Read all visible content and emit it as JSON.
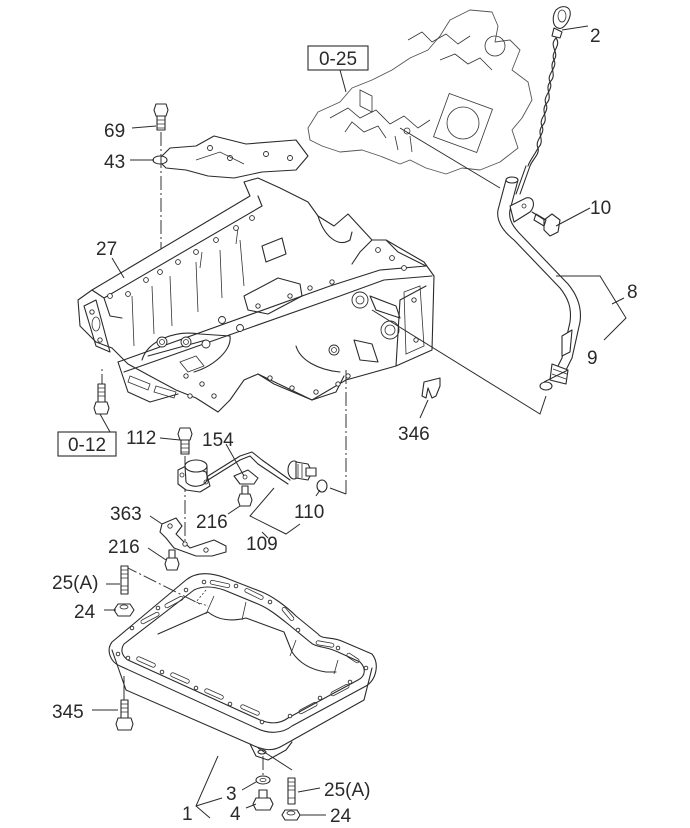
{
  "diagram": {
    "title": "Oil pan and oil level gauge assembly",
    "reference_boxes": [
      {
        "id": "ref-0-25",
        "text": "0-25"
      },
      {
        "id": "ref-0-12",
        "text": "0-12"
      }
    ],
    "callouts": [
      {
        "id": "2",
        "text": "2",
        "part": "oil level gauge (dipstick)"
      },
      {
        "id": "10",
        "text": "10",
        "part": "bolt"
      },
      {
        "id": "8",
        "text": "8",
        "part": "oil level gauge guide tube assembly"
      },
      {
        "id": "9",
        "text": "9",
        "part": "O-ring"
      },
      {
        "id": "69",
        "text": "69",
        "part": "bolt"
      },
      {
        "id": "43",
        "text": "43",
        "part": "bracket"
      },
      {
        "id": "27",
        "text": "27",
        "part": "crankcase / upper oil pan"
      },
      {
        "id": "346",
        "text": "346",
        "part": "clip"
      },
      {
        "id": "112",
        "text": "112",
        "part": "bolt"
      },
      {
        "id": "154",
        "text": "154",
        "part": "clip"
      },
      {
        "id": "216a",
        "text": "216",
        "part": "bolt"
      },
      {
        "id": "110",
        "text": "110",
        "part": "O-ring"
      },
      {
        "id": "109",
        "text": "109",
        "part": "oil level switch / sensor assembly"
      },
      {
        "id": "363",
        "text": "363",
        "part": "bracket"
      },
      {
        "id": "216b",
        "text": "216",
        "part": "bolt"
      },
      {
        "id": "25a-top",
        "text": "25(A)",
        "part": "stud"
      },
      {
        "id": "24-top",
        "text": "24",
        "part": "nut"
      },
      {
        "id": "345",
        "text": "345",
        "part": "bolt"
      },
      {
        "id": "1",
        "text": "1",
        "part": "oil pan assembly"
      },
      {
        "id": "3",
        "text": "3",
        "part": "gasket (drain plug)"
      },
      {
        "id": "4",
        "text": "4",
        "part": "drain plug"
      },
      {
        "id": "25a-bottom",
        "text": "25(A)",
        "part": "stud"
      },
      {
        "id": "24-bottom",
        "text": "24",
        "part": "nut"
      }
    ]
  }
}
